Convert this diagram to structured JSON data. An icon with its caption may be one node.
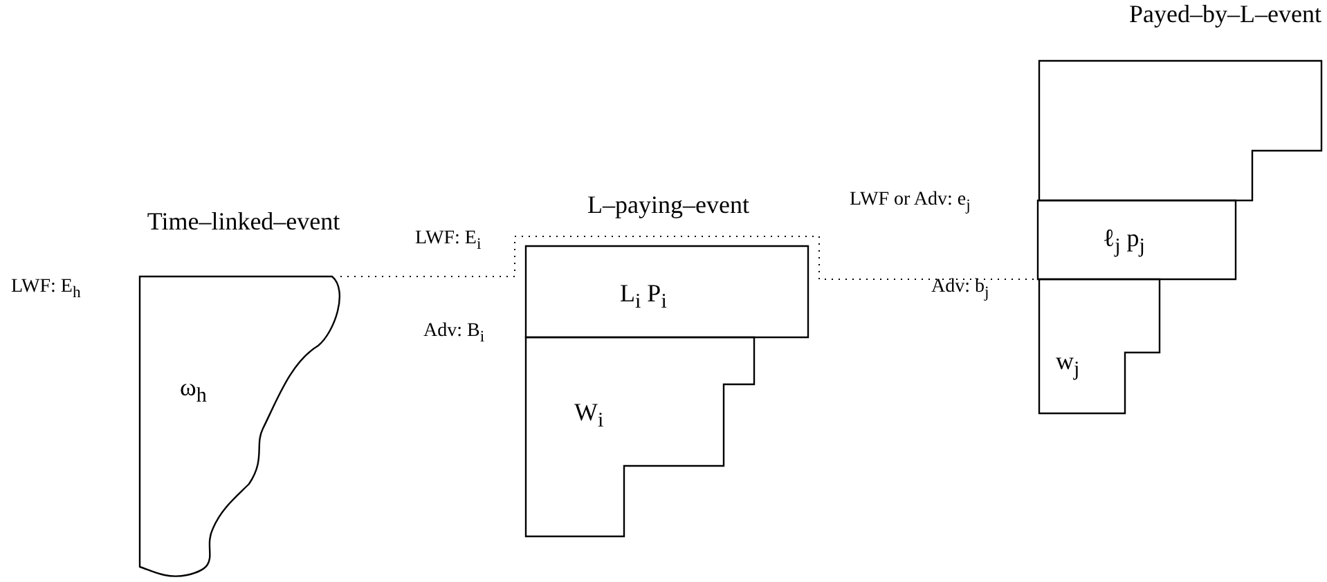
{
  "diagram": {
    "nodes": [
      {
        "text": [
          "Time–linked–event",
          "ω$_{h}$"
        ],
        "beside": [
          "LWF: E$_{h}$"
        ]
      },
      {
        "text": [
          "L–paying–event",
          "L$_{i}$ P$_{i}$"
        ],
        "beside": [
          "LWF: E$_{i}$"
        ]
      },
      {
        "text": [
          "W$_{i}$"
        ],
        "beside": [
          "Adv: B$_{i}$"
        ]
      },
      {
        "text": [
          "Payed–by–L–event"
        ]
      },
      {
        "text": [
          "ℓ$_{j}$ p$_{j}$"
        ],
        "beside": [
          "LWF or Adv: e$_{j}$"
        ]
      },
      {
        "text": [
          "w$_{j}$"
        ],
        "beside": [
          "Adv: b$_{j}$"
        ]
      }
    ],
    "edges": [
      {
        "from": 0,
        "to": 5,
        "arrow": "none",
        "style": "dashed"
      }
    ]
  }
}
